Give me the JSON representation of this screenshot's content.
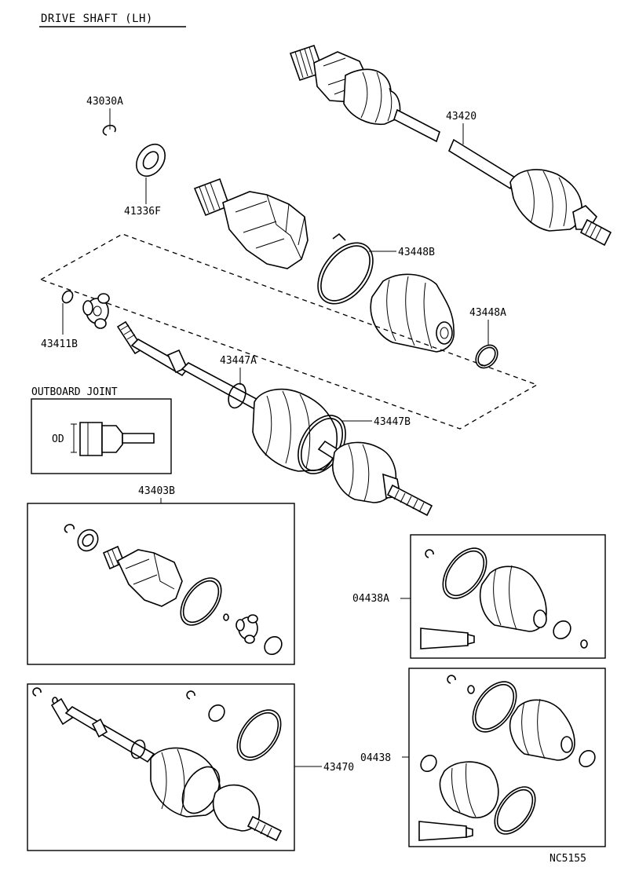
{
  "title": "DRIVE SHAFT (LH)",
  "diagram_id": "NC5155",
  "labels": {
    "p43030A": "43030A",
    "p41336F": "41336F",
    "p43420": "43420",
    "p43448B": "43448B",
    "p43448A": "43448A",
    "p43411B": "43411B",
    "p43447A": "43447A",
    "p43447B": "43447B",
    "p43403B": "43403B",
    "p04438A": "04438A",
    "p04438": "04438",
    "p43470": "43470"
  },
  "outboard_joint": {
    "title": "OUTBOARD JOINT",
    "dimension_label": "OD"
  }
}
